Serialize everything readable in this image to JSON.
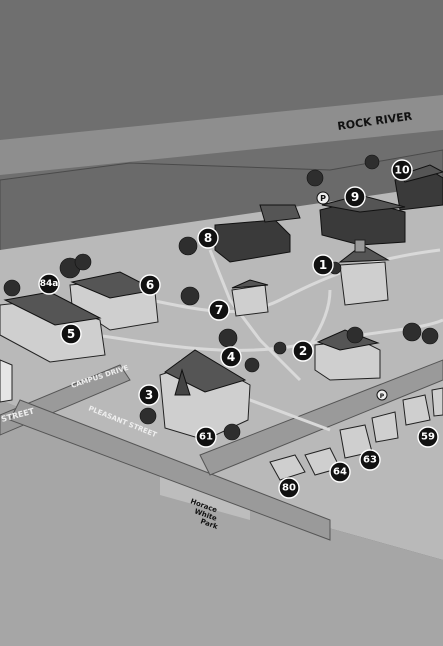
{
  "river_label": "ROCK RIVER",
  "streets": {
    "campus_drive": "CAMPUS DRIVE",
    "street_partial": "STREET",
    "pleasant_street": "PLEASANT STREET"
  },
  "park_label": [
    "Horace",
    "White",
    "Park"
  ],
  "parking_symbol": "P",
  "markers": {
    "m1": "1",
    "m2": "2",
    "m3": "3",
    "m4": "4",
    "m5": "5",
    "m6": "6",
    "m7": "7",
    "m8": "8",
    "m9": "9",
    "m10": "10",
    "m59": "59",
    "m61": "61",
    "m63": "63",
    "m64": "64",
    "m80": "80",
    "m84a": "84a"
  }
}
